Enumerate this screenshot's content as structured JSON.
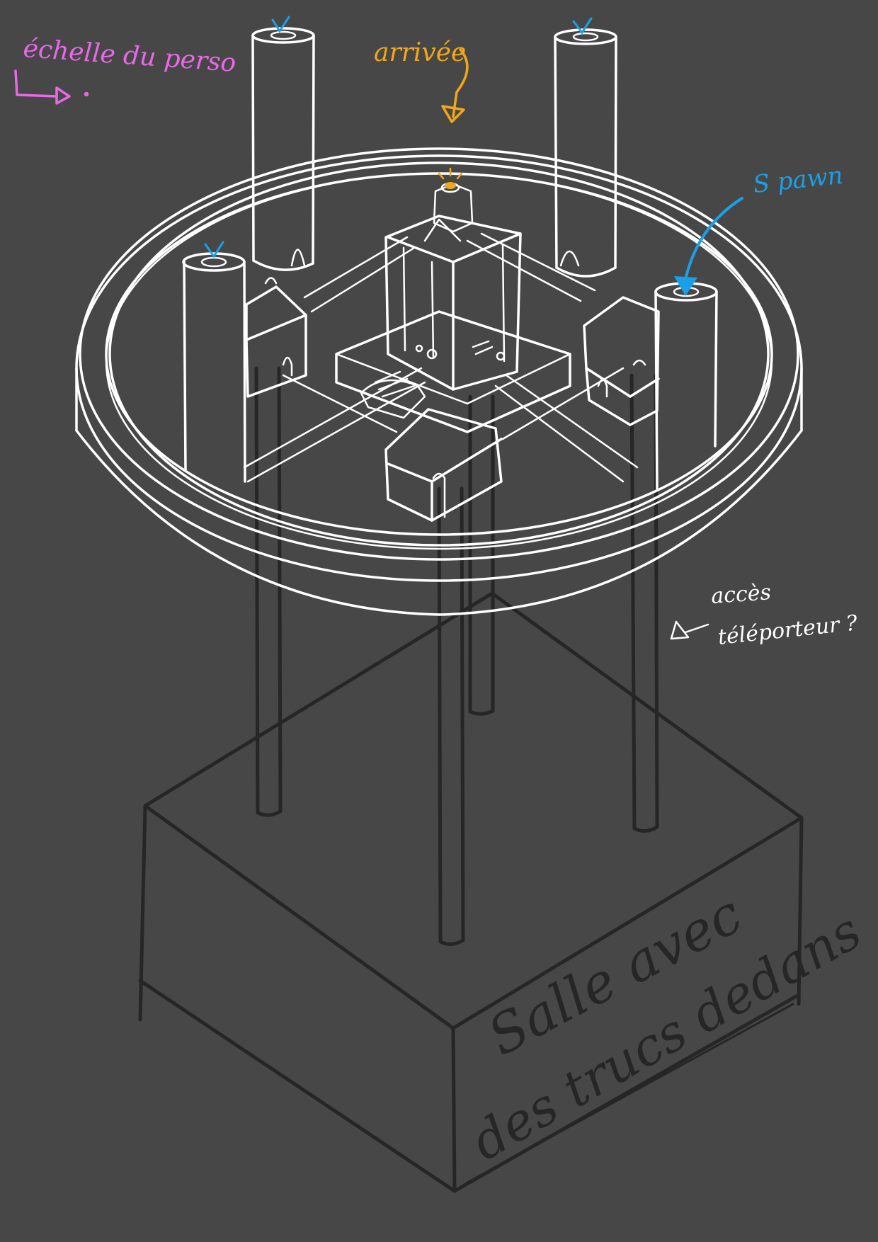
{
  "annotations": {
    "scale_label": "échelle du perso",
    "arrival_label": "arrivée",
    "spawn_label": "S pawn",
    "teleporter_line1": "accès",
    "teleporter_line2": "téléporteur ?",
    "base_line1": "Salle avec",
    "base_line2": "des trucs dedans"
  },
  "colors": {
    "background": "#474747",
    "sketch_white": "#ffffff",
    "sketch_dark": "#262626",
    "scale_pink": "#e868e8",
    "arrival_orange": "#f0a818",
    "spawn_blue": "#1aa0e8"
  }
}
